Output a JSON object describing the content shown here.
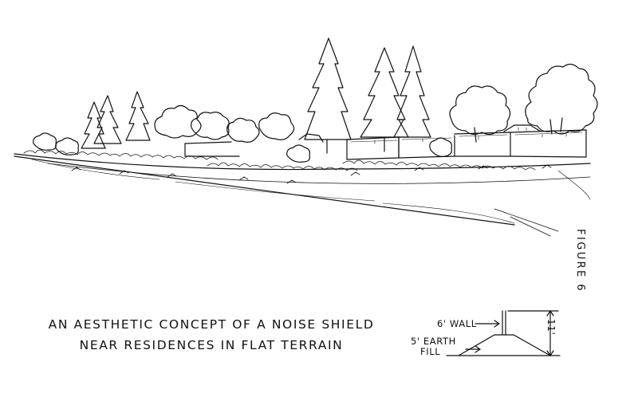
{
  "figure": {
    "label": "FIGURE 6",
    "caption_line_1": "AN AESTHETIC CONCEPT OF A NOISE SHIELD",
    "caption_line_2": "NEAR RESIDENCES IN FLAT TERRAIN"
  },
  "section_detail": {
    "wall_label": "6' WALL",
    "fill_label_line_1": "5' EARTH",
    "fill_label_line_2": "FILL",
    "total_height_label": "11'"
  },
  "colors": {
    "ink": "#111111",
    "paper": "#ffffff"
  }
}
